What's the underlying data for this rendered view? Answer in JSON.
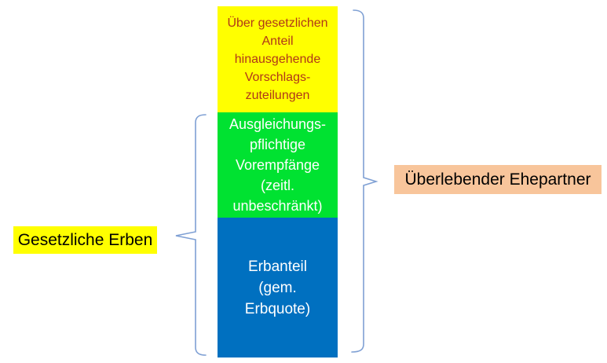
{
  "diagram": {
    "column": {
      "segments": [
        {
          "name": "vorschlagszuteilungen",
          "lines": [
            "Über gesetzlichen",
            "Anteil",
            "hinausgehende",
            "Vorschlags-",
            "zuteilungen"
          ],
          "bg": "#FFFF00",
          "text_color": "#B03818"
        },
        {
          "name": "vorempfaenge",
          "lines": [
            "Ausgleichungs-",
            "pflichtige",
            "Vorempfänge",
            "(zeitl.",
            "unbeschränkt)"
          ],
          "bg": "#00E231",
          "text_color": "#FFFFFF"
        },
        {
          "name": "erbanteil",
          "lines": [
            "Erbanteil",
            "(gem.",
            "Erbquote)"
          ],
          "bg": "#0070C0",
          "text_color": "#FFFFFF"
        }
      ]
    },
    "labels": {
      "left": {
        "text": "Gesetzliche Erben",
        "bg": "#FFFF00",
        "color": "#000000"
      },
      "right": {
        "text": "Überlebender Ehepartner",
        "bg": "#F8C59B",
        "color": "#000000"
      }
    },
    "brace_color": "#7FA0D4"
  }
}
